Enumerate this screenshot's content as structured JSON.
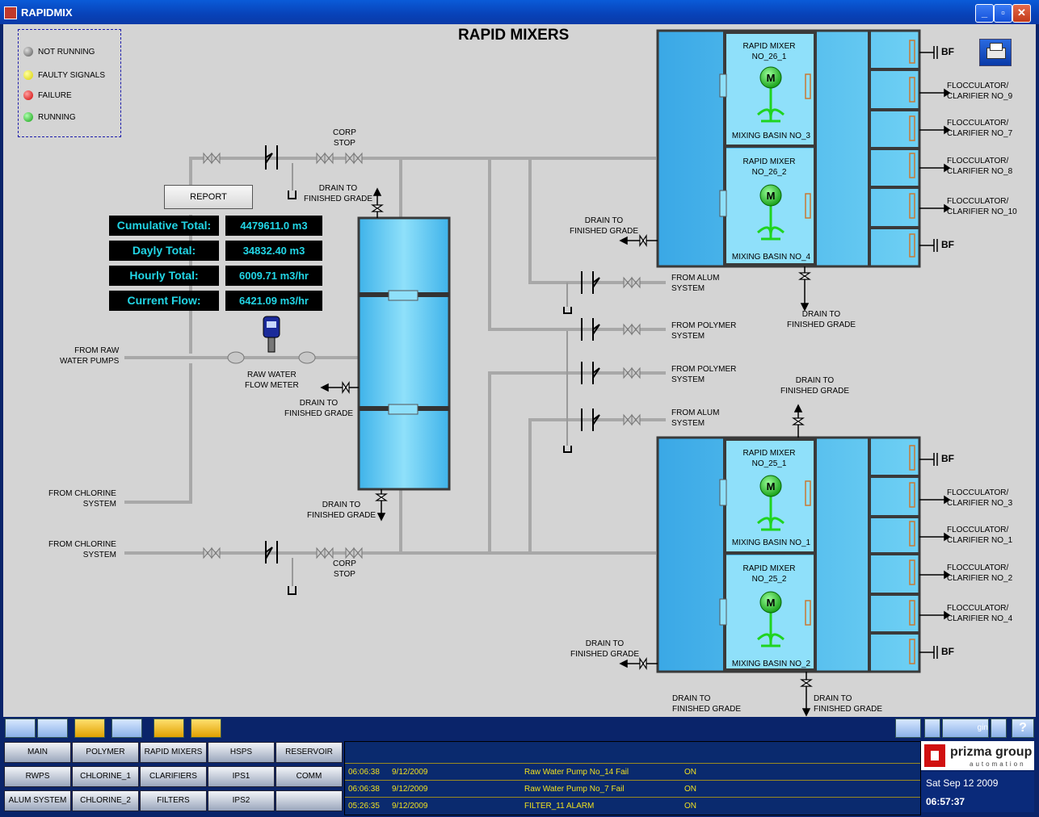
{
  "window": {
    "title": "RAPIDMIX",
    "min": "_",
    "max": "▫",
    "close": "✕"
  },
  "page": {
    "title": "RAPID MIXERS"
  },
  "legend": [
    {
      "label": "NOT RUNNING",
      "color": "#808080"
    },
    {
      "label": "FAULTY SIGNALS",
      "color": "#f4f000"
    },
    {
      "label": "FAILURE",
      "color": "#e81010"
    },
    {
      "label": "RUNNING",
      "color": "#20c020"
    }
  ],
  "report_button": "REPORT",
  "totals": [
    {
      "label": "Cumulative Total:",
      "value": "4479611.0    m3"
    },
    {
      "label": "Dayly Total:",
      "value": "34832.40 m3"
    },
    {
      "label": "Hourly Total:",
      "value": "6009.71 m3/hr"
    },
    {
      "label": "Current Flow:",
      "value": "6421.09 m3/hr"
    }
  ],
  "labels": {
    "corp_stop": "CORP\nSTOP",
    "drain_finished": "DRAIN TO\nFINISHED GRADE",
    "from_raw": "FROM RAW\nWATER PUMPS",
    "raw_meter": "RAW WATER\nFLOW METER",
    "from_chlorine": "FROM CHLORINE\nSYSTEM",
    "from_alum": "FROM ALUM\nSYSTEM",
    "from_polymer": "FROM POLYMER\nSYSTEM",
    "bf": "BF",
    "motor": "M"
  },
  "mixers": [
    {
      "name": "RAPID MIXER\nNO_26_1",
      "basin": "MIXING BASIN NO_3"
    },
    {
      "name": "RAPID MIXER\nNO_26_2",
      "basin": "MIXING BASIN NO_4"
    },
    {
      "name": "RAPID MIXER\nNO_25_1",
      "basin": "MIXING BASIN NO_1"
    },
    {
      "name": "RAPID MIXER\nNO_25_2",
      "basin": "MIXING BASIN NO_2"
    }
  ],
  "flocculators_top": [
    "FLOCCULATOR/\nCLARIFIER NO_9",
    "FLOCCULATOR/\nCLARIFIER NO_7",
    "FLOCCULATOR/\nCLARIFIER NO_8",
    "FLOCCULATOR/\nCLARIFIER NO_10"
  ],
  "flocculators_bottom": [
    "FLOCCULATOR/\nCLARIFIER NO_3",
    "FLOCCULATOR/\nCLARIFIER NO_1",
    "FLOCCULATOR/\nCLARIFIER NO_2",
    "FLOCCULATOR/\nCLARIFIER NO_4"
  ],
  "nav": [
    [
      "MAIN",
      "POLYMER",
      "RAPID MIXERS",
      "HSPS",
      "RESERVOIR"
    ],
    [
      "RWPS",
      "CHLORINE_1",
      "CLARIFIERS",
      "IPS1",
      "COMM"
    ],
    [
      "ALUM SYSTEM",
      "CHLORINE_2",
      "FILTERS",
      "IPS2",
      ""
    ]
  ],
  "alarms": [
    {
      "time": "06:06:38",
      "date": "9/12/2009",
      "msg": "Raw Water Pump No_14 Fail",
      "state": "ON"
    },
    {
      "time": "06:06:38",
      "date": "9/12/2009",
      "msg": "Raw Water Pump No_7 Fail",
      "state": "ON"
    },
    {
      "time": "05:26:35",
      "date": "9/12/2009",
      "msg": "FILTER_11  ALARM",
      "state": "ON"
    }
  ],
  "brand": {
    "name": "prizma group",
    "sub": "automation"
  },
  "toolbar": {
    "login": "gin",
    "help": "?"
  },
  "clock": {
    "date": "Sat Sep 12 2009",
    "time": "06:57:37"
  },
  "colors": {
    "water": "#4fc3f0",
    "water_light": "#8fe0fa",
    "motor": "#1fd41f",
    "text_cyan": "#22d6e6",
    "alarm_text": "#f0e020"
  }
}
